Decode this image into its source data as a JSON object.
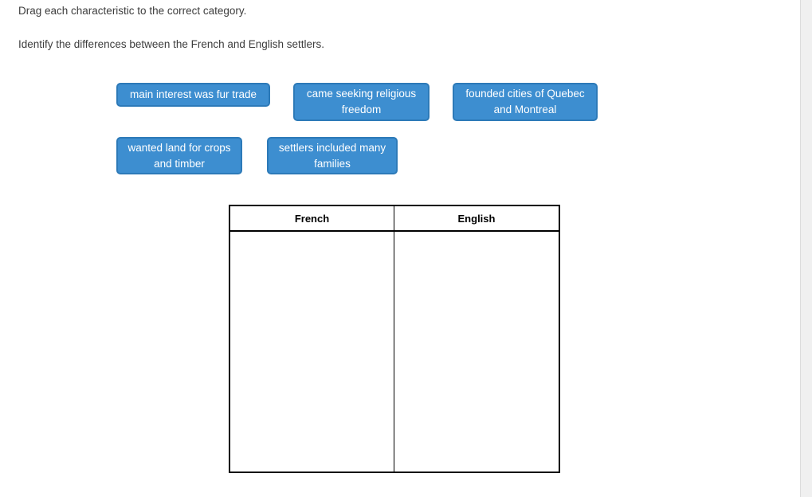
{
  "instructions": {
    "line1": "Drag each characteristic to the correct category.",
    "line2": "Identify the differences between the French and English settlers."
  },
  "chips": [
    {
      "label": "main interest was fur trade"
    },
    {
      "label": "came seeking religious freedom"
    },
    {
      "label": "founded cities of Quebec and Montreal"
    },
    {
      "label": "wanted land for crops and timber"
    },
    {
      "label": "settlers included many families"
    }
  ],
  "table": {
    "columns": [
      "French",
      "English"
    ],
    "rows": []
  },
  "colors": {
    "chip_background": "#3d8ed0",
    "chip_border": "#2d7ab8",
    "chip_text": "#ffffff",
    "instruction_text": "#3d3d3d",
    "table_border": "#000000",
    "scrollbar_track": "#f0f0f0"
  }
}
